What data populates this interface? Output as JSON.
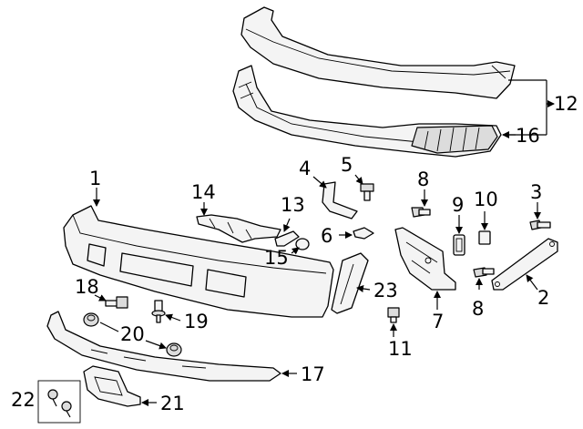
{
  "callouts": {
    "c1": "1",
    "c2": "2",
    "c3": "3",
    "c4": "4",
    "c5": "5",
    "c6": "6",
    "c7": "7",
    "c8a": "8",
    "c8b": "8",
    "c9": "9",
    "c10": "10",
    "c11": "11",
    "c12": "12",
    "c13": "13",
    "c14": "14",
    "c15": "15",
    "c16": "16",
    "c17": "17",
    "c18": "18",
    "c19": "19",
    "c20": "20",
    "c21": "21",
    "c22": "22",
    "c23": "23"
  },
  "colors": {
    "line": "#000000",
    "fill": "#f4f4f4",
    "background": "#ffffff"
  }
}
